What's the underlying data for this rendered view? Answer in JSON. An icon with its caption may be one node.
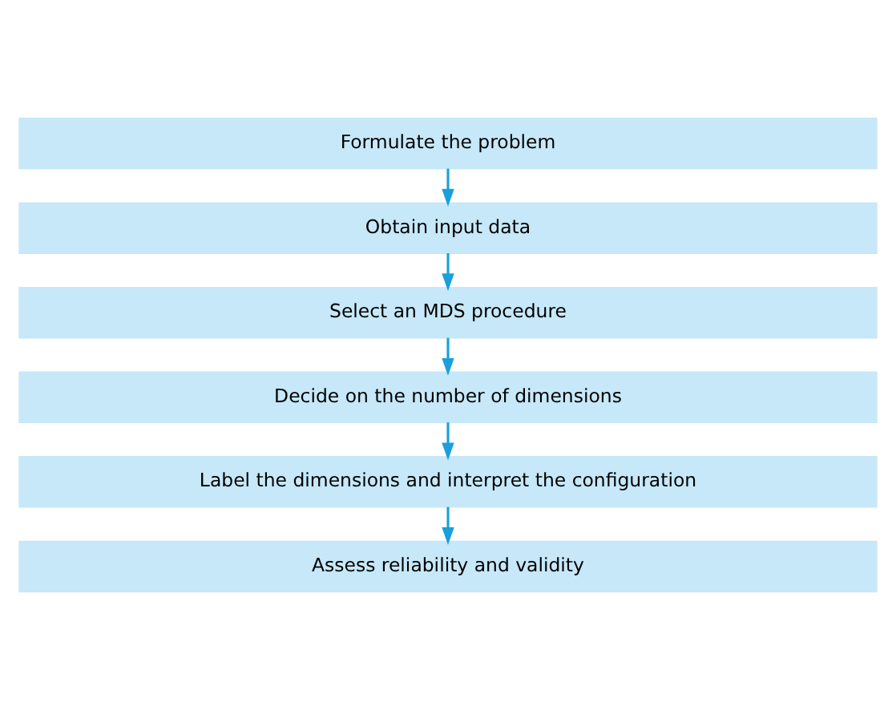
{
  "diagram": {
    "nodes": [
      {
        "text": [
          "Formulate the problem"
        ]
      },
      {
        "text": [
          "Obtain input data"
        ]
      },
      {
        "text": [
          "Select an MDS procedure"
        ]
      },
      {
        "text": [
          "Decide on the number of dimensions"
        ]
      },
      {
        "text": [
          "Label the dimensions and interpret the configuration"
        ]
      },
      {
        "text": [
          "Assess reliability and validity"
        ]
      }
    ],
    "edges": [
      {
        "from": 0,
        "to": 1,
        "arrow": "to"
      },
      {
        "from": 1,
        "to": 2,
        "arrow": "to"
      },
      {
        "from": 2,
        "to": 3,
        "arrow": "to"
      },
      {
        "from": 3,
        "to": 4,
        "arrow": "to"
      },
      {
        "from": 4,
        "to": 5,
        "arrow": "to"
      }
    ]
  }
}
